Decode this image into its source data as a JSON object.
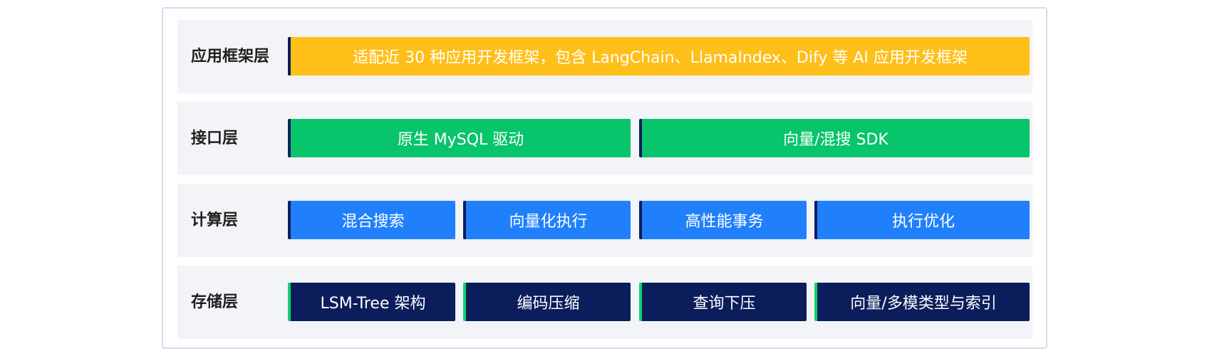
{
  "layers": [
    {
      "label": "应用框架层",
      "boxes": [
        "适配近 30 种应用开发框架，包含 LangChain、LlamaIndex、Dify 等 AI 应用开发框架"
      ]
    },
    {
      "label": "接口层",
      "boxes": [
        "原生 MySQL 驱动",
        "向量/混搜 SDK"
      ]
    },
    {
      "label": "计算层",
      "boxes": [
        "混合搜索",
        "向量化执行",
        "高性能事务",
        "执行优化"
      ]
    },
    {
      "label": "存储层",
      "boxes": [
        "LSM-Tree 架构",
        "编码压缩",
        "查询下压",
        "向量/多模类型与索引"
      ]
    }
  ],
  "colors": {
    "application": "#ffbf19",
    "interface": "#08c46b",
    "compute": "#2080fc",
    "storage": "#0b1e5b",
    "accent_dark": "#0b1e5b",
    "accent_green": "#0fd26e",
    "row_background": "#f2f4f7",
    "frame_border": "#d3dced"
  }
}
